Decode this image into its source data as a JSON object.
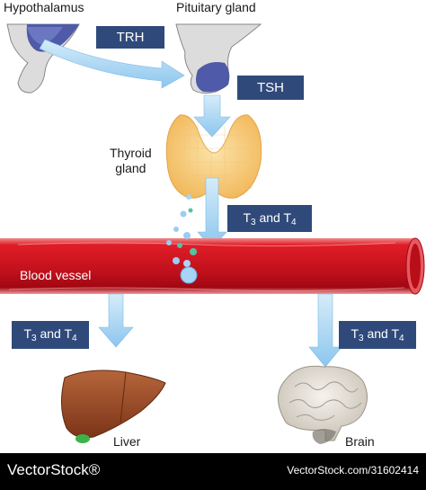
{
  "labels": {
    "hypothalamus": "Hypothalamus",
    "pituitary": "Pituitary gland",
    "thyroid_line1": "Thyroid",
    "thyroid_line2": "gland",
    "blood_vessel": "Blood vessel",
    "liver": "Liver",
    "brain": "Brain"
  },
  "hormones": {
    "trh": "TRH",
    "tsh": "TSH",
    "t3t4_prefix": "T",
    "t3_sub": "3",
    "and": " and T",
    "t4_sub": "4"
  },
  "footer": {
    "brand": "VectorStock®",
    "url": "VectorStock.com/31602414"
  },
  "colors": {
    "label_box": "#2f4a7a",
    "vessel": "#c8101e",
    "arrow": "#9fd0f0"
  }
}
